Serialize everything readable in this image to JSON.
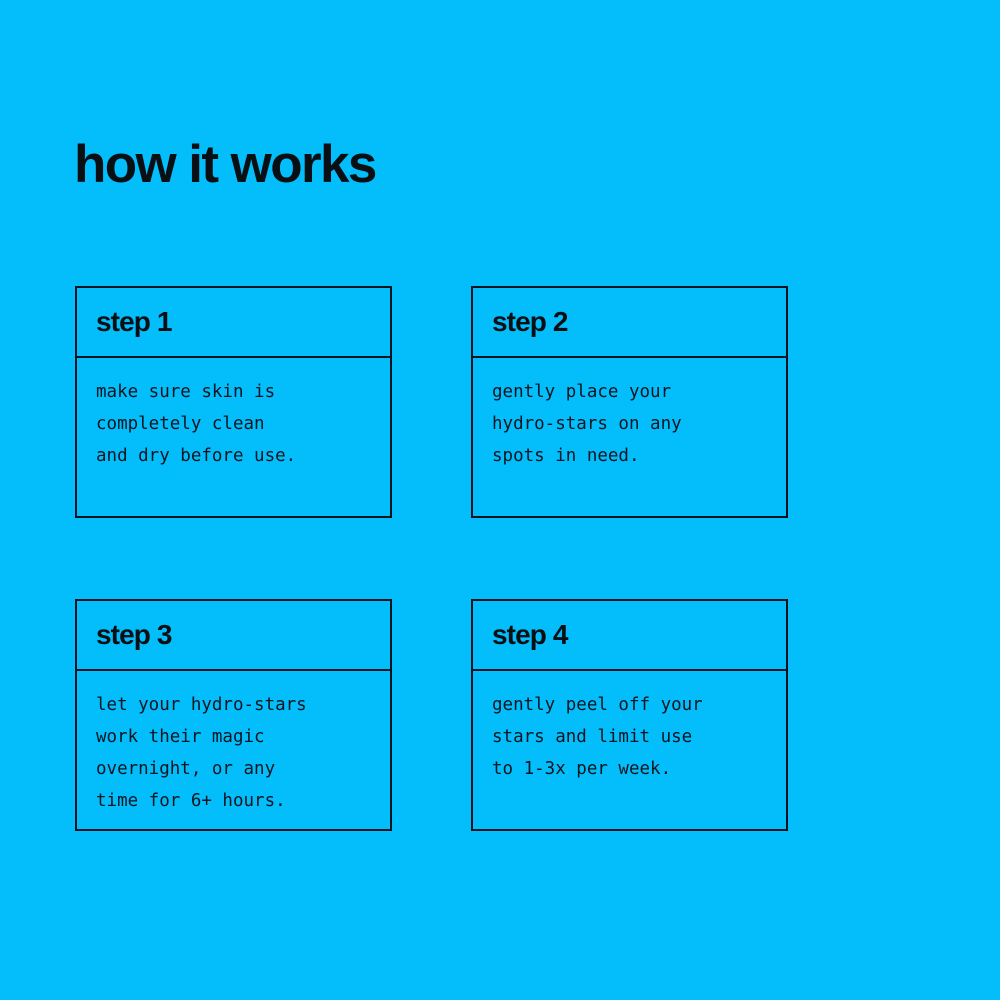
{
  "theme": {
    "background_color": "#04BDFB",
    "ink_color": "#0A0F14",
    "border_color": "#0A1420",
    "body_text_color": "#0D1620"
  },
  "header": {
    "title": "how it works"
  },
  "steps": [
    {
      "label": "step 1",
      "body": "make sure skin is\ncompletely clean\nand dry before use."
    },
    {
      "label": "step 2",
      "body": "gently place your\nhydro-stars on any\nspots in need."
    },
    {
      "label": "step 3",
      "body": "let your hydro-stars\nwork their magic\novernight, or any\ntime for 6+ hours."
    },
    {
      "label": "step 4",
      "body": "gently peel off your\nstars and limit use\nto 1-3x per week."
    }
  ]
}
